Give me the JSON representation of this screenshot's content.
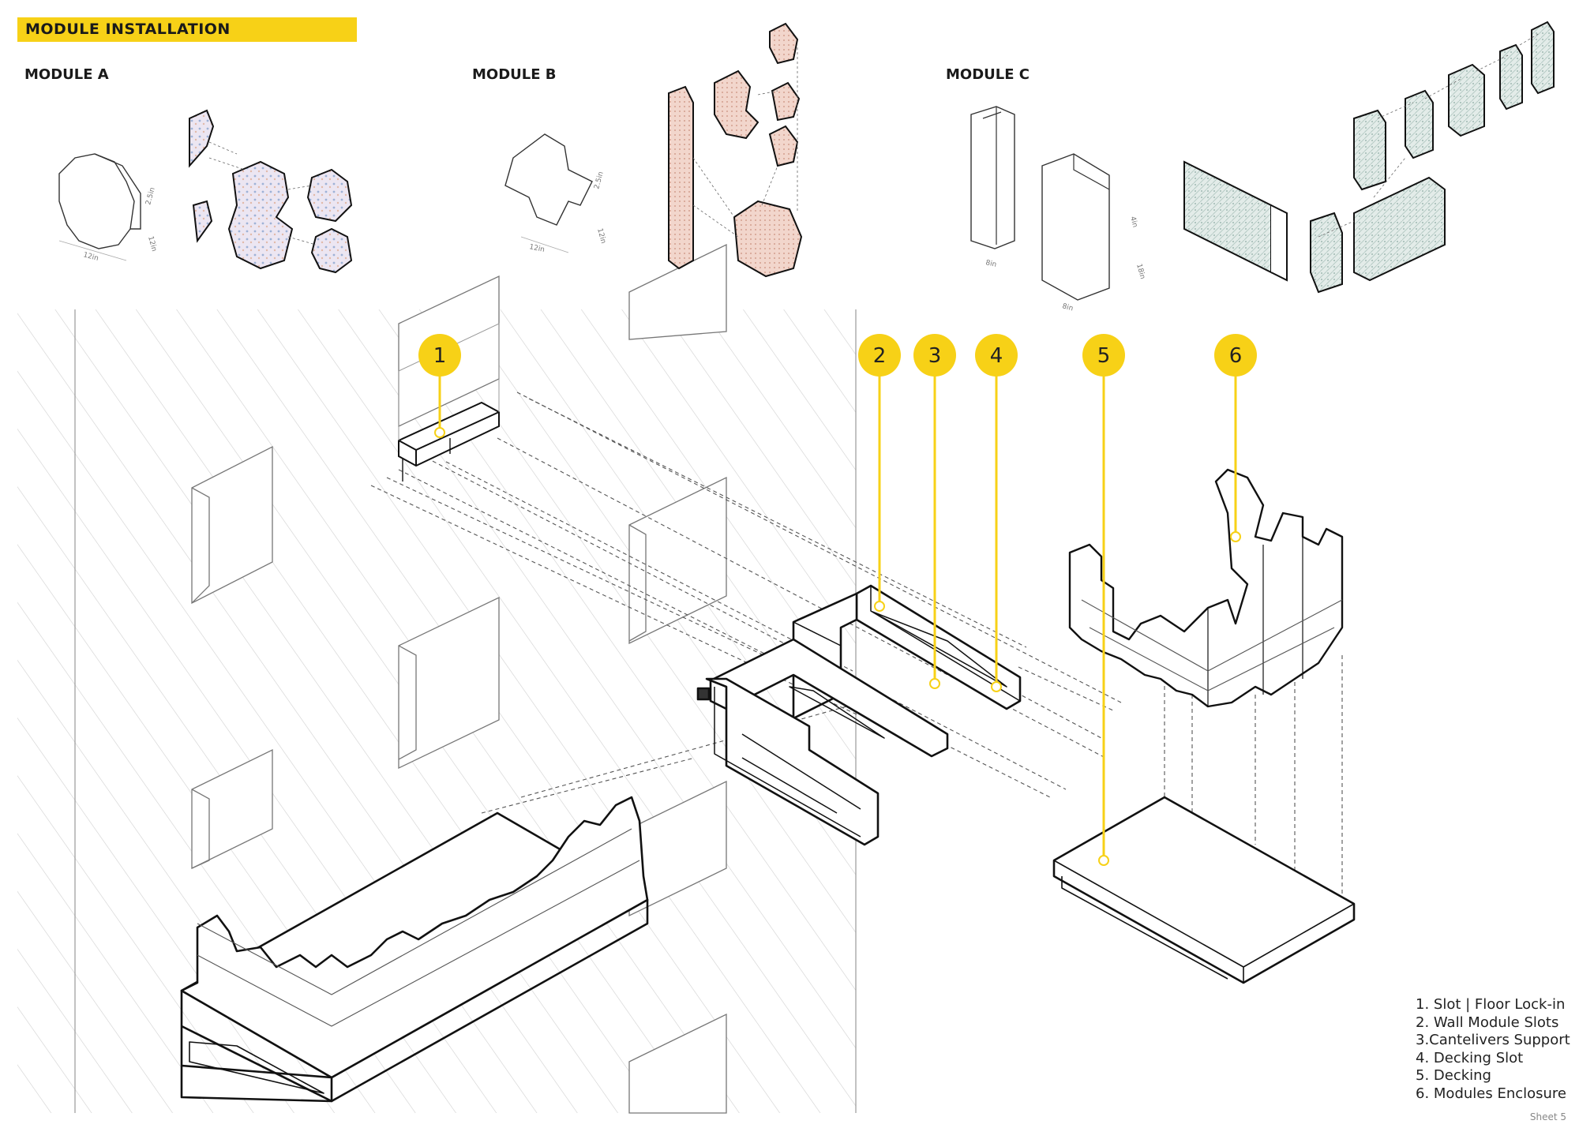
{
  "header": {
    "title": "MODULE INSTALLATION"
  },
  "modules": [
    {
      "title": "MODULE A",
      "dims": [
        "2.5in",
        "12in",
        "12in"
      ]
    },
    {
      "title": "MODULE B",
      "dims": [
        "2.5in",
        "12in",
        "12in"
      ]
    },
    {
      "title": "MODULE C",
      "dims": [
        "4in",
        "8in",
        "8in",
        "18in"
      ]
    }
  ],
  "callouts": [
    "1",
    "2",
    "3",
    "4",
    "5",
    "6"
  ],
  "legend": [
    "1. Slot | Floor Lock-in",
    "2. Wall Module Slots",
    "3.Cantelivers Support",
    "4. Decking Slot",
    "5. Decking",
    "6. Modules Enclosure"
  ],
  "sheet": "Sheet 5",
  "colors": {
    "accent": "#f7d117",
    "outline": "#111111",
    "hatch": "#cfcfcf",
    "module_b_fill": "#f0cfc4",
    "module_c_fill": "#d6e3e0"
  }
}
